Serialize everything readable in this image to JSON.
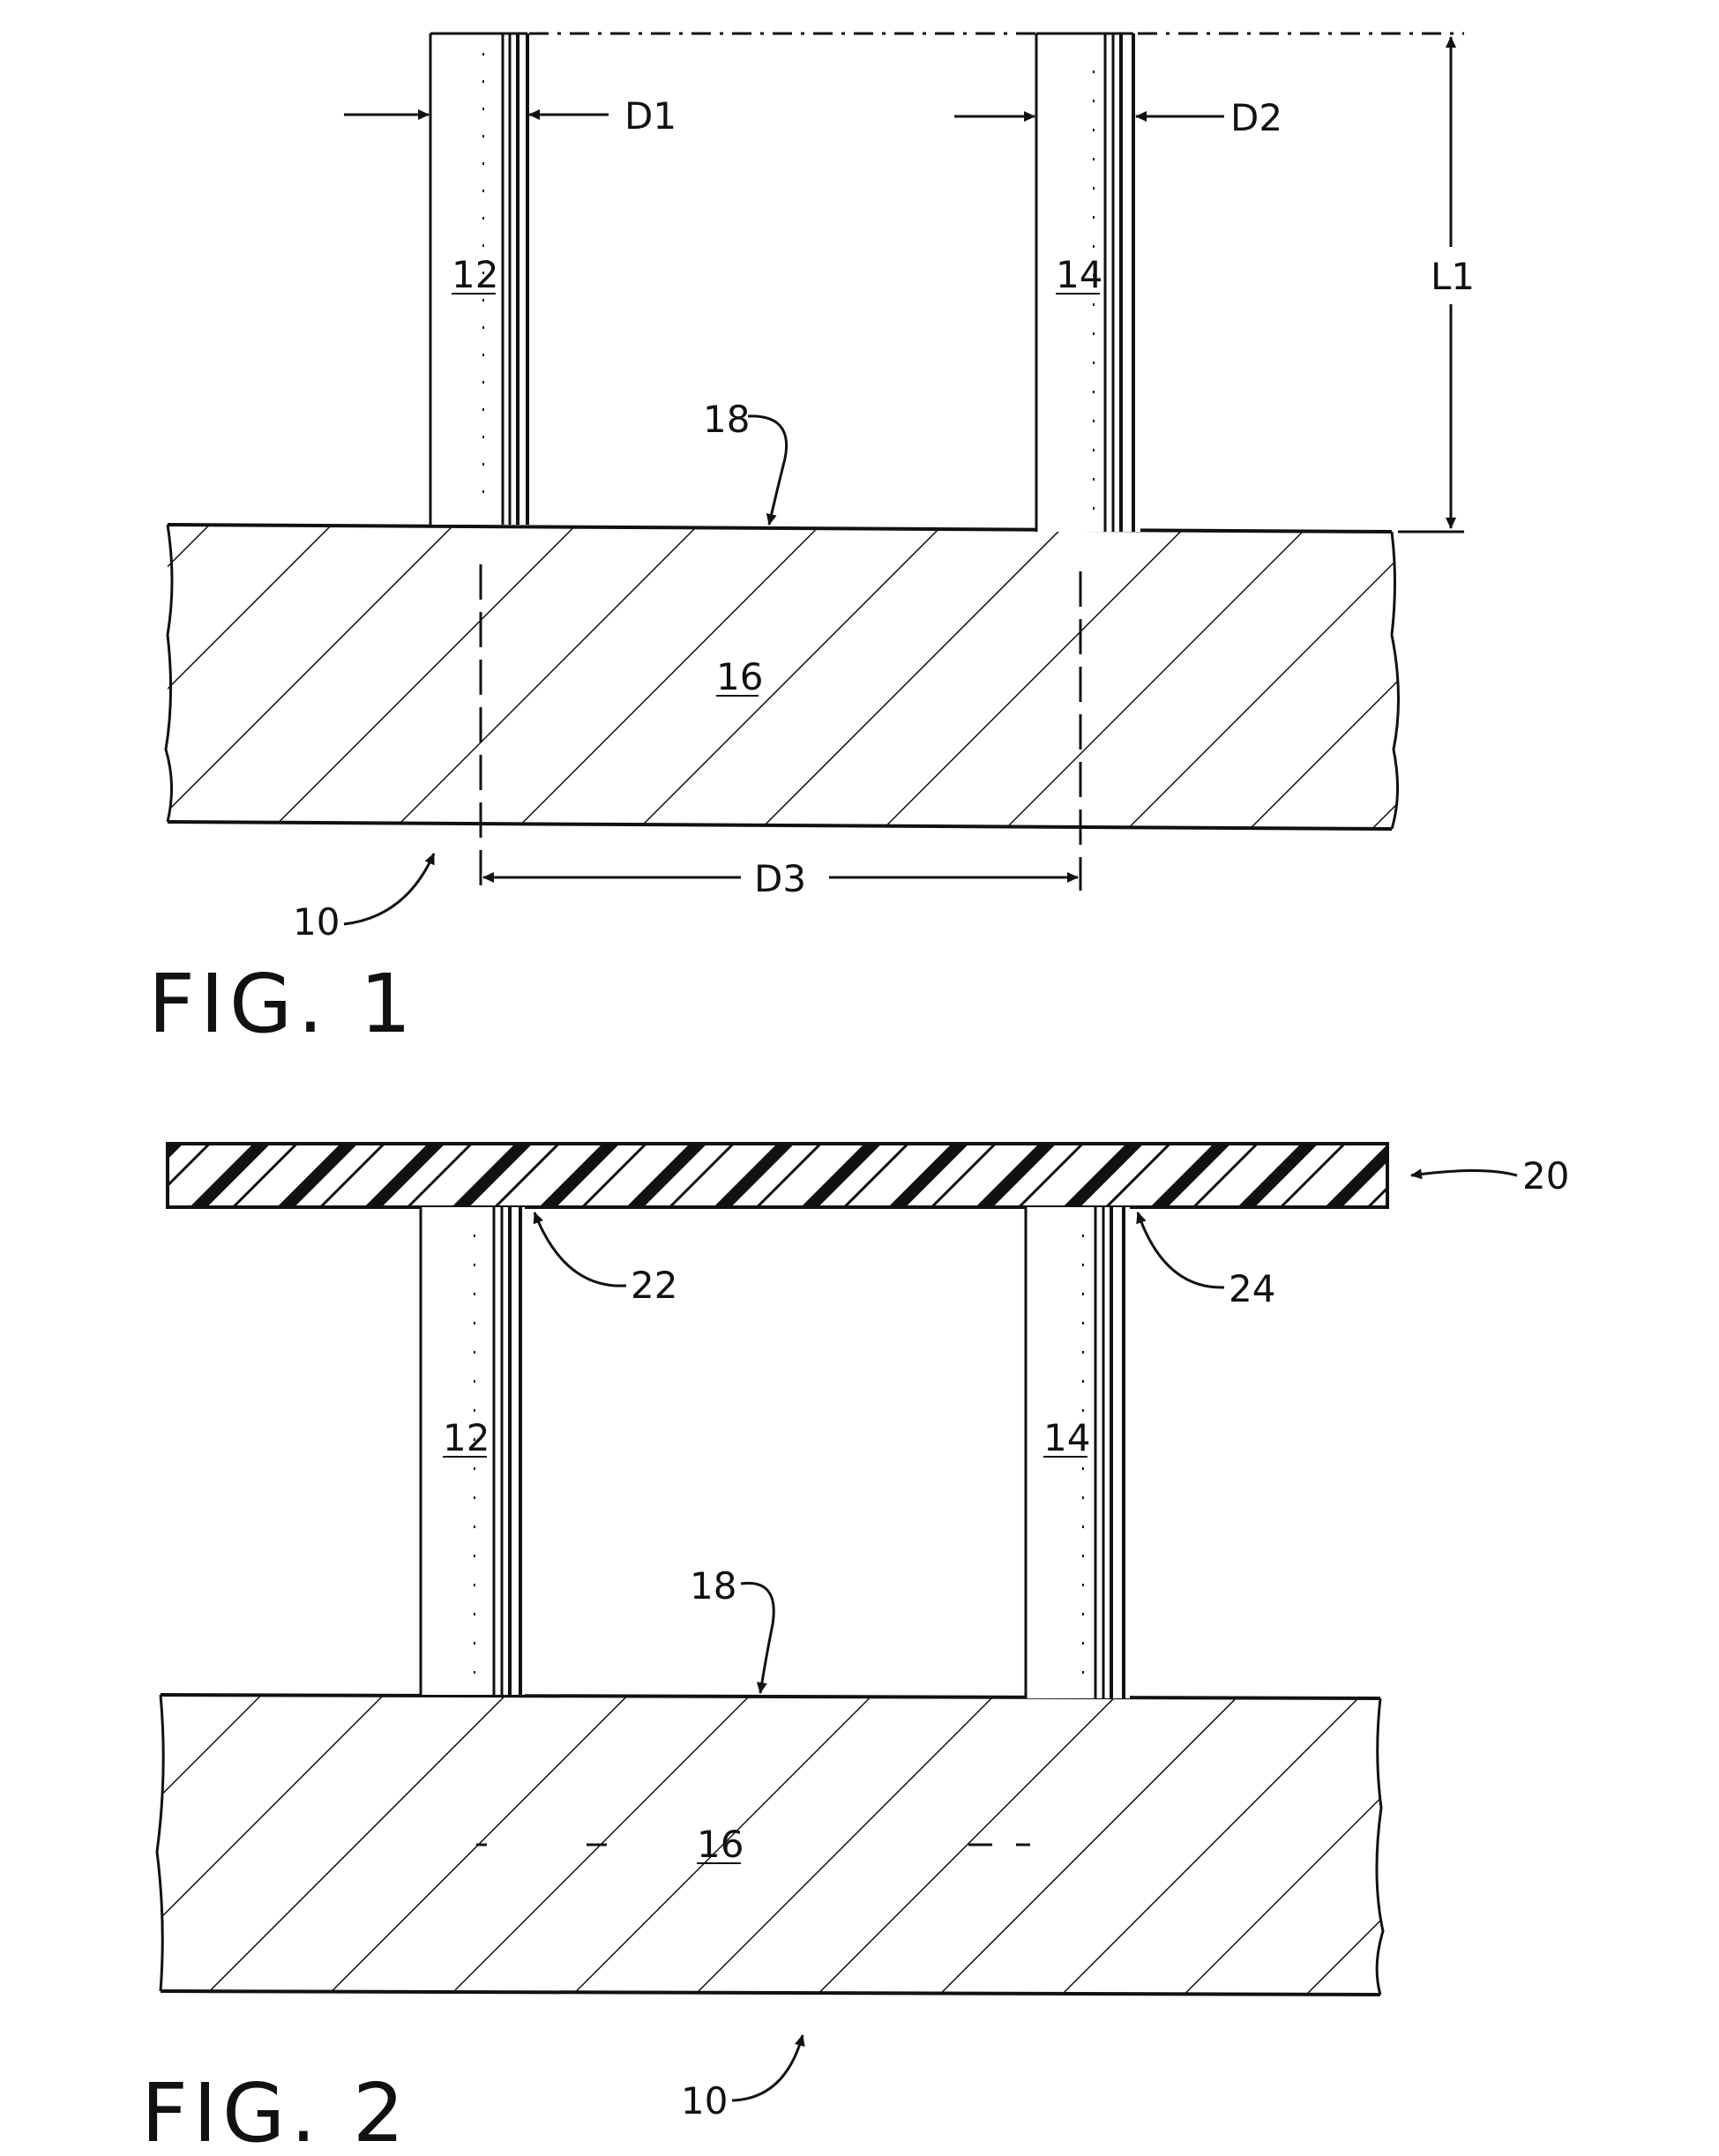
{
  "fig1": {
    "caption": "FIG. 1",
    "post_left": "12",
    "post_right": "14",
    "substrate": "16",
    "surface": "18",
    "assembly": "10",
    "dim_d1": "D1",
    "dim_d2": "D2",
    "dim_d3": "D3",
    "dim_l1": "L1"
  },
  "fig2": {
    "caption": "FIG. 2",
    "post_left": "12",
    "post_right": "14",
    "substrate": "16",
    "surface": "18",
    "assembly": "10",
    "plate": "20",
    "joint_left": "22",
    "joint_right": "24"
  }
}
